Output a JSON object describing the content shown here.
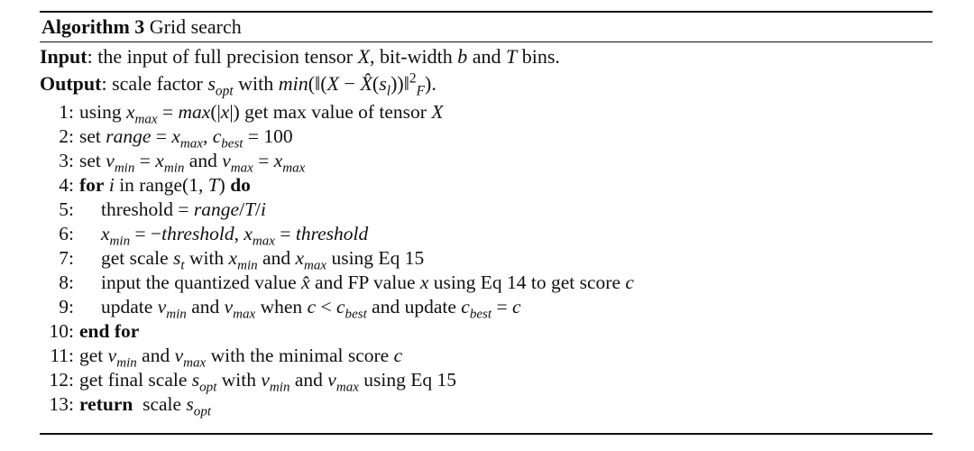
{
  "algorithm": {
    "label": "Algorithm 3",
    "title": "Grid search",
    "input_label": "Input",
    "input_text": ": the input of full precision tensor X, bit-width b and T bins.",
    "output_label": "Output",
    "output_text": ": scale factor s_opt with min(‖(X − X̂(s_l))‖²_F).",
    "steps": [
      {
        "num": "1:",
        "text": "using x_max = max(|x|) get max value of tensor X"
      },
      {
        "num": "2:",
        "text": "set range = x_max, c_best = 100"
      },
      {
        "num": "3:",
        "text": "set v_min = x_min and v_max = x_max"
      },
      {
        "num": "4:",
        "text": "for i in range(1, T) do"
      },
      {
        "num": "5:",
        "text": "threshold = range/T/i"
      },
      {
        "num": "6:",
        "text": "x_min = −threshold, x_max = threshold"
      },
      {
        "num": "7:",
        "text": "get scale s_t with x_min and x_max using Eq 15"
      },
      {
        "num": "8:",
        "text": "input the quantized value x̂ and FP value x using Eq 14 to get score c"
      },
      {
        "num": "9:",
        "text": "update v_min and v_max when c < c_best and update c_best = c"
      },
      {
        "num": "10:",
        "text": "end for"
      },
      {
        "num": "11:",
        "text": "get v_min and v_max with the minimal score c"
      },
      {
        "num": "12:",
        "text": "get final scale s_opt with v_min and v_max using Eq 15"
      },
      {
        "num": "13:",
        "text": "return scale s_opt"
      }
    ]
  }
}
